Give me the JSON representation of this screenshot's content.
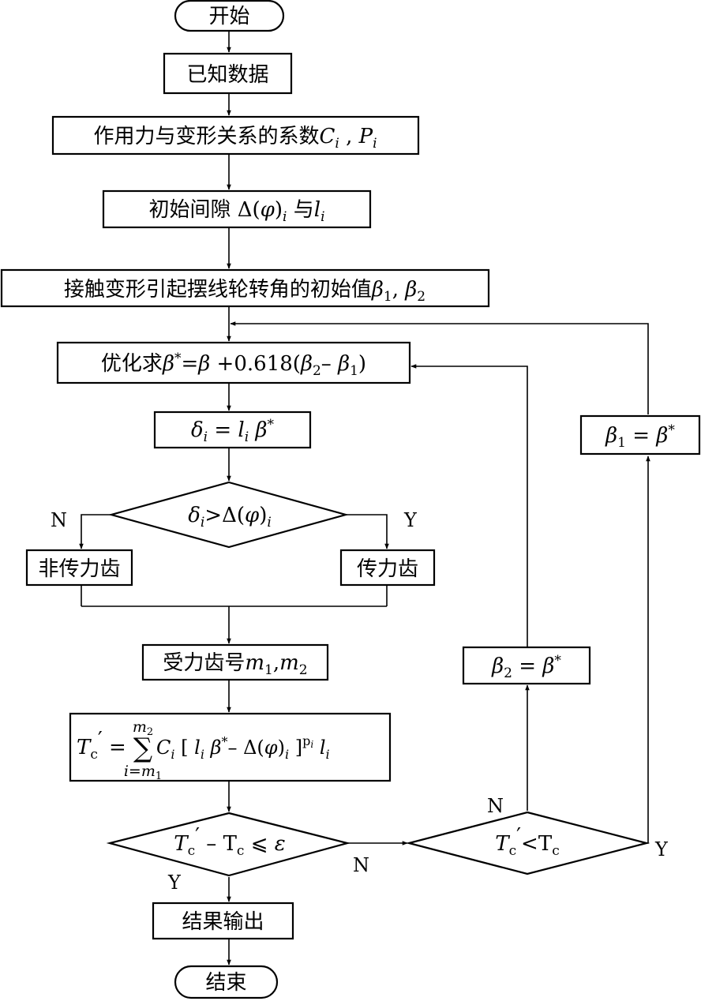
{
  "flowchart": {
    "start": "开始",
    "known_data": "已知数据",
    "coefficients": {
      "prefix": "作用力与变形关系的系数",
      "c": "C",
      "c_sub": "i",
      "sep": " , ",
      "p": "P",
      "p_sub": "i"
    },
    "initial_gap": {
      "prefix": "初始间隙 ",
      "delta": "Δ(",
      "phi": "φ",
      "close": ")",
      "sub": "i",
      "mid": " 与",
      "l": "l",
      "l_sub": "i"
    },
    "initial_angle": {
      "prefix": "接触变形引起摆线轮转角的初始值",
      "b1": "β",
      "b1_sub": "1",
      "sep": ", ",
      "b2": "β",
      "b2_sub": "2"
    },
    "optimize": {
      "prefix": "优化求",
      "beta": "β",
      "star": "*",
      "eq": "=",
      "beta2": "β",
      "rest": " +0.618(",
      "b2": "β",
      "b2_sub": "2",
      "minus": "– ",
      "b1": "β",
      "b1_sub": "1",
      "close": ")"
    },
    "delta_calc": {
      "delta": "δ",
      "sub": "i",
      "eq": " = ",
      "l": "l",
      "l_sub": "i",
      "beta": " β",
      "star": "*"
    },
    "decision_contact": {
      "delta": "δ",
      "sub": "i",
      "gt": ">Δ(",
      "phi": "φ",
      "close": ")",
      "sub2": "i"
    },
    "branch_no": "N",
    "branch_yes": "Y",
    "non_force_tooth": "非传力齿",
    "force_tooth": "传力齿",
    "teeth_numbers": {
      "prefix": "受力齿号",
      "m1": "m",
      "m1_sub": "1",
      "sep": ",",
      "m2": "m",
      "m2_sub": "2"
    },
    "torque_sum": {
      "t": "T",
      "t_sub": "c",
      "prime": "′",
      "eq": " =",
      "sum": "∑",
      "upper": "m",
      "upper_sub": "2",
      "lower": "i=m",
      "lower_sub": "1",
      "c": "C",
      "c_sub": "i",
      "open": " [ ",
      "l": "l",
      "l_sub": "i",
      "beta": " β",
      "star": "*",
      "minus": "– Δ(",
      "phi": "φ",
      "close": ")",
      "sub": "i",
      "bracket": " ]",
      "exp": "p",
      "exp_sub": "i",
      "l2": " l",
      "l2_sub": "i"
    },
    "decision_converge": {
      "t": "T",
      "t_sub": "c",
      "prime": "′",
      "minus": " – T",
      "t2_sub": "c",
      "le": " ⩽ ",
      "eps": "ε"
    },
    "converge_no": "N",
    "converge_yes": "Y",
    "decision_compare": {
      "t": "T",
      "t_sub": "c",
      "prime": "′",
      "lt": "<T",
      "t2_sub": "c"
    },
    "compare_no": "N",
    "compare_yes": "Y",
    "update_b2": {
      "b": "β",
      "b_sub": "2",
      "eq": " = ",
      "beta": "β",
      "star": "*"
    },
    "update_b1": {
      "b": "β",
      "b_sub": "1",
      "eq": " = ",
      "beta": "β",
      "star": "*"
    },
    "output": "结果输出",
    "end": "结束"
  }
}
